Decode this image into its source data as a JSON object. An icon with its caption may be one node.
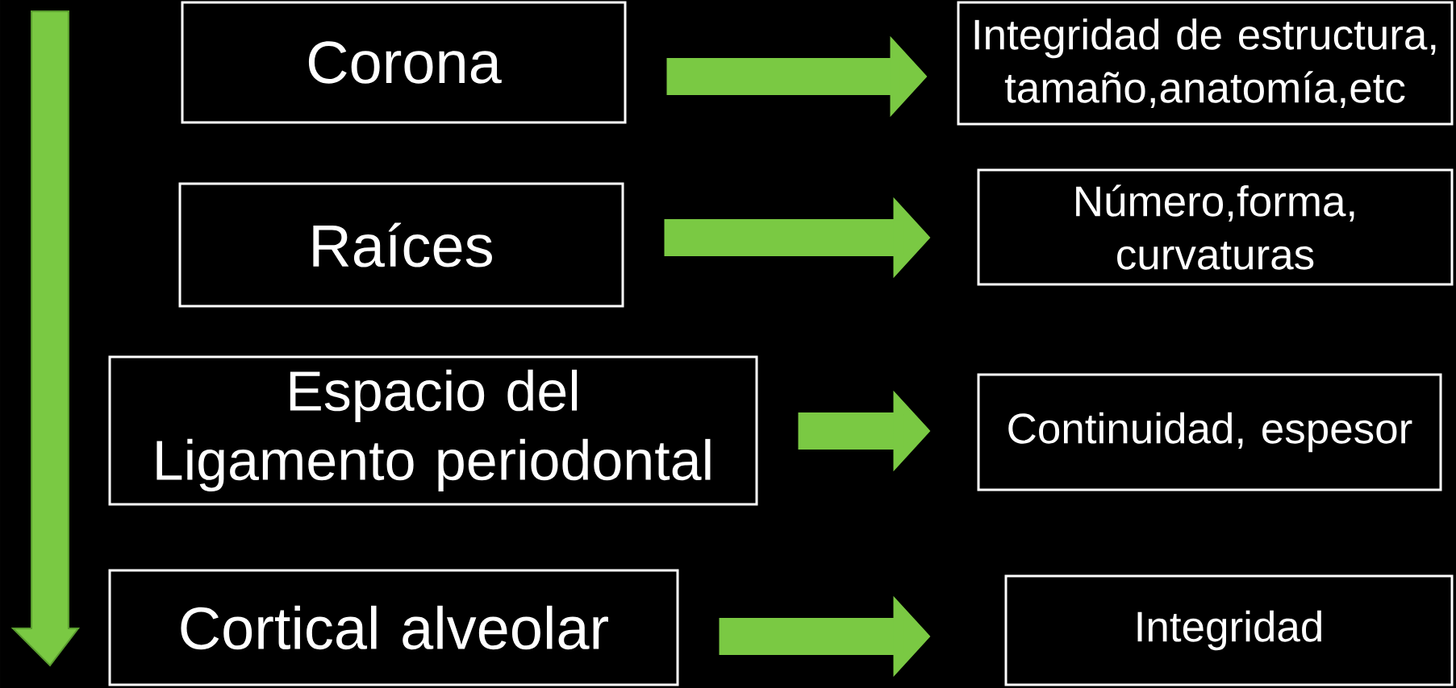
{
  "diagram": {
    "nodes": [
      {
        "text": [
          "Corona"
        ]
      },
      {
        "text": [
          "Integridad de estructura, tamaño,anatomía,etc"
        ]
      },
      {
        "text": [
          "Raíces"
        ]
      },
      {
        "text": [
          "Número,forma, curvaturas"
        ]
      },
      {
        "text": [
          "Espacio del Ligamento periodontal"
        ]
      },
      {
        "text": [
          "Continuidad, espesor"
        ]
      },
      {
        "text": [
          "Cortical alveolar"
        ]
      },
      {
        "text": [
          "Integridad"
        ]
      }
    ],
    "edges": [
      {
        "from": 0,
        "to": 1,
        "arrow": "to"
      },
      {
        "from": 2,
        "to": 3,
        "arrow": "to"
      },
      {
        "from": 4,
        "to": 5,
        "arrow": "to"
      },
      {
        "from": 6,
        "to": 7,
        "arrow": "to"
      }
    ]
  }
}
